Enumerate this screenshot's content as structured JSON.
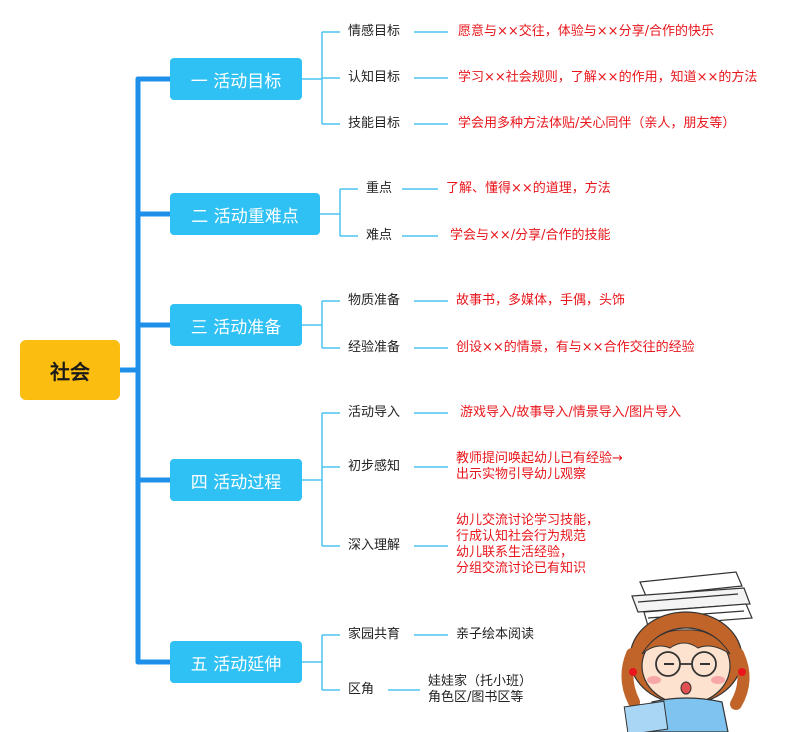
{
  "root": {
    "label": "社会"
  },
  "branches": [
    {
      "label": "一 活动目标",
      "subs": [
        {
          "label": "情感目标",
          "leaf": [
            "愿意与××交往，体验与××分享/合作的快乐"
          ]
        },
        {
          "label": "认知目标",
          "leaf": [
            "学习××社会规则，了解××的作用，知道××的方法"
          ]
        },
        {
          "label": "技能目标",
          "leaf": [
            "学会用多种方法体贴/关心同伴（亲人，朋友等）"
          ]
        }
      ]
    },
    {
      "label": "二 活动重难点",
      "subs": [
        {
          "label": "重点",
          "leaf": [
            "了解、懂得××的道理，方法"
          ]
        },
        {
          "label": "难点",
          "leaf": [
            "学会与××/分享/合作的技能"
          ]
        }
      ]
    },
    {
      "label": "三 活动准备",
      "subs": [
        {
          "label": "物质准备",
          "leaf": [
            "故事书，多媒体，手偶，头饰"
          ]
        },
        {
          "label": "经验准备",
          "leaf": [
            "创设××的情景，有与××合作交往的经验"
          ]
        }
      ]
    },
    {
      "label": "四 活动过程",
      "subs": [
        {
          "label": "活动导入",
          "leaf": [
            "游戏导入/故事导入/情景导入/图片导入"
          ]
        },
        {
          "label": "初步感知",
          "leaf": [
            "教师提问唤起幼儿已有经验→",
            "出示实物引导幼儿观察"
          ]
        },
        {
          "label": "深入理解",
          "leaf": [
            "幼儿交流讨论学习技能，",
            "行成认知社会行为规范",
            "幼儿联系生活经验，",
            "分组交流讨论已有知识"
          ]
        }
      ]
    },
    {
      "label": "五 活动延伸",
      "subs": [
        {
          "label": "家园共育",
          "leaf": [
            "亲子绘本阅读"
          ]
        },
        {
          "label": "区角",
          "leaf": [
            "娃娃家（托小班）",
            "角色区/图书区等"
          ]
        }
      ]
    }
  ],
  "colors": {
    "root": "#fbbd0f",
    "branch": "#2fc1f3",
    "trunk": "#1e90ea",
    "line": "#4cc3ef",
    "leaf": "#e8161b"
  }
}
